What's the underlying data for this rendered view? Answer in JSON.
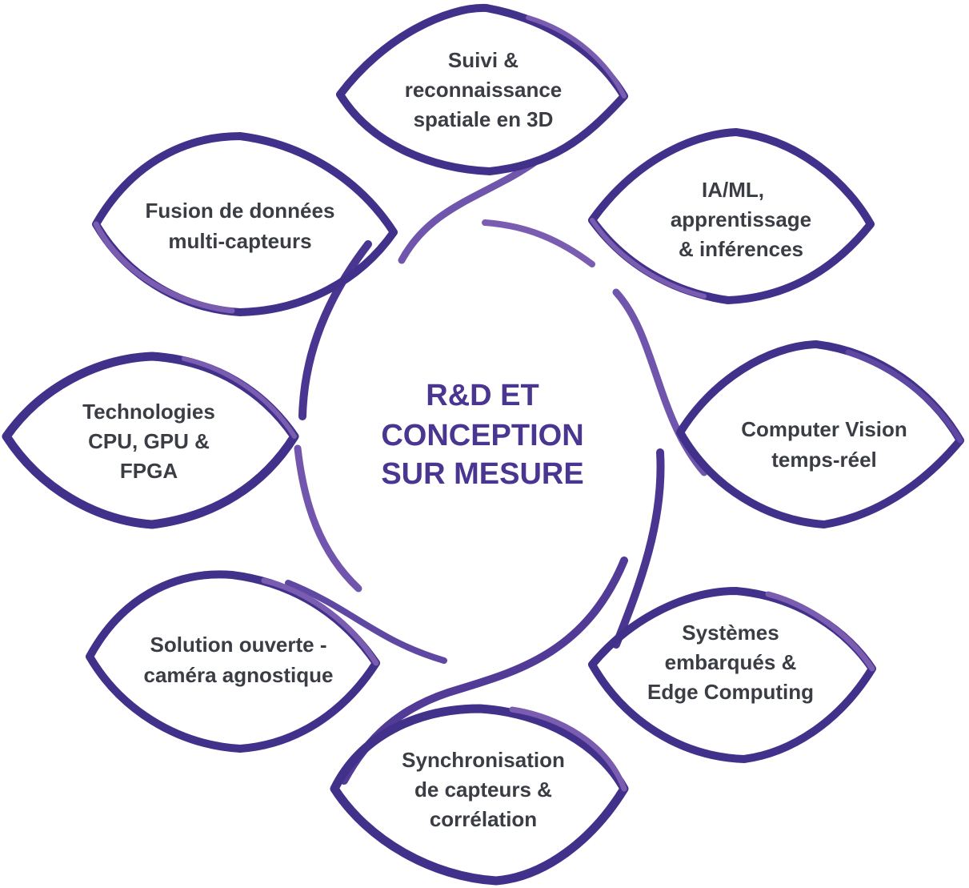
{
  "colors": {
    "dark": "#42318a",
    "light": "#7a5cb0",
    "text": "#3a3d44",
    "center": "#4a3691"
  },
  "center": {
    "lines": [
      "R&D ET",
      "CONCEPTION",
      "SUR MESURE"
    ]
  },
  "petals": [
    {
      "id": "suivi",
      "lines": [
        "Suivi &",
        "reconnaissance",
        "spatiale en 3D"
      ]
    },
    {
      "id": "ia-ml",
      "lines": [
        "IA/ML,",
        "apprentissage",
        "& inférences"
      ]
    },
    {
      "id": "computer-vision",
      "lines": [
        "Computer Vision",
        "temps-réel"
      ]
    },
    {
      "id": "systemes-embarques",
      "lines": [
        "Systèmes",
        "embarqués &",
        "Edge Computing"
      ]
    },
    {
      "id": "synchronisation",
      "lines": [
        "Synchronisation",
        "de capteurs &",
        "corrélation"
      ]
    },
    {
      "id": "solution-ouverte",
      "lines": [
        "Solution ouverte -",
        "caméra agnostique"
      ]
    },
    {
      "id": "technologies",
      "lines": [
        "Technologies",
        "CPU, GPU &",
        "FPGA"
      ]
    },
    {
      "id": "fusion",
      "lines": [
        "Fusion de données",
        "multi-capteurs"
      ]
    }
  ]
}
